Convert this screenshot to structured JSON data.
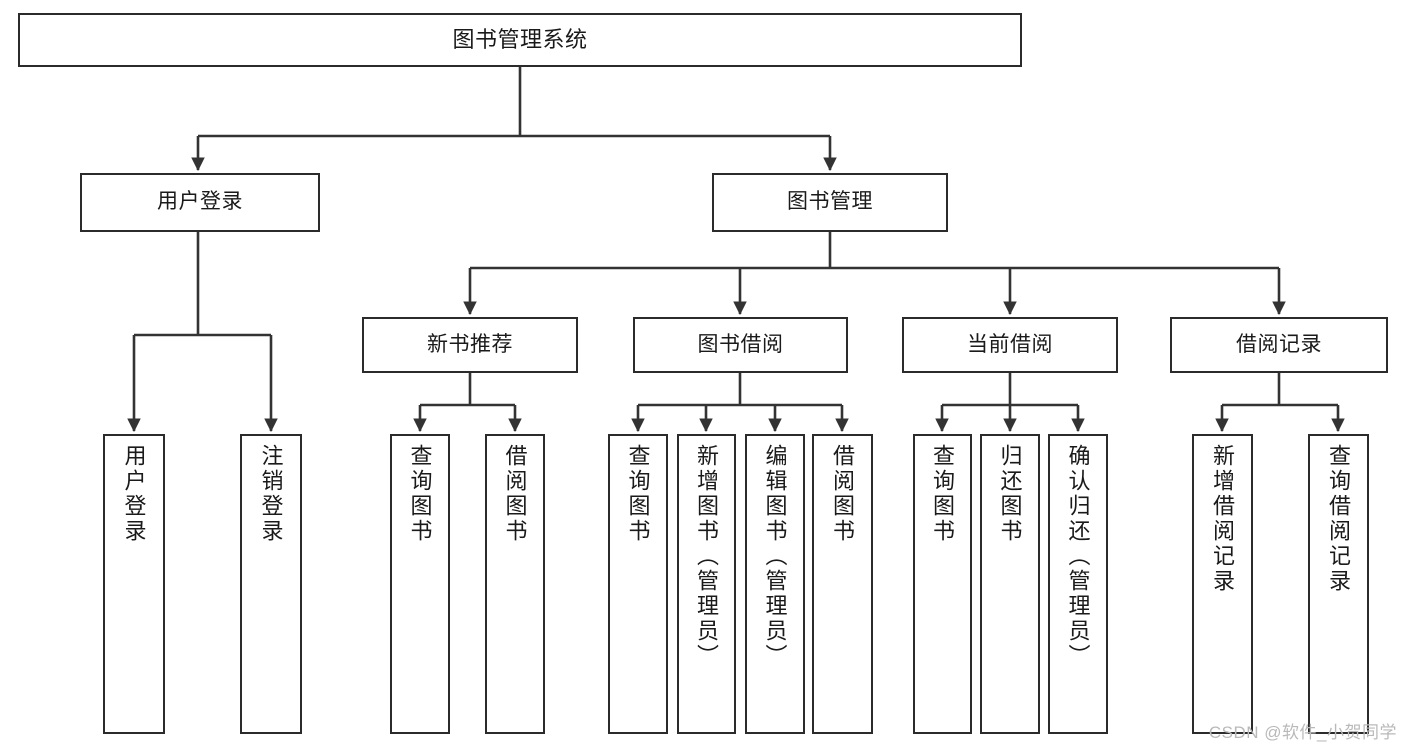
{
  "diagram": {
    "title": "图书管理系统",
    "watermark": "CSDN @软件_小贺同学",
    "colors": {
      "background": "#ffffff",
      "box_border": "#2b2b2b",
      "connector": "#333333",
      "text": "#1a1a1a",
      "watermark": "#b9b9b9"
    },
    "levels": {
      "root": {
        "label": "图书管理系统"
      },
      "level1": [
        {
          "id": "user-login",
          "label": "用户登录"
        },
        {
          "id": "book-manage",
          "label": "图书管理"
        }
      ],
      "level2": [
        {
          "id": "new-book-recommend",
          "label": "新书推荐",
          "parent": "book-manage"
        },
        {
          "id": "book-borrow",
          "label": "图书借阅",
          "parent": "book-manage"
        },
        {
          "id": "current-borrow",
          "label": "当前借阅",
          "parent": "book-manage"
        },
        {
          "id": "borrow-record",
          "label": "借阅记录",
          "parent": "book-manage"
        }
      ],
      "leaves": [
        {
          "id": "leaf-user-login",
          "label": "用户登录",
          "parent": "user-login"
        },
        {
          "id": "leaf-logout-login",
          "label": "注销登录",
          "parent": "user-login"
        },
        {
          "id": "leaf-query-book-1",
          "label": "查询图书",
          "parent": "new-book-recommend"
        },
        {
          "id": "leaf-borrow-book-1",
          "label": "借阅图书",
          "parent": "new-book-recommend"
        },
        {
          "id": "leaf-query-book-2",
          "label": "查询图书",
          "parent": "book-borrow"
        },
        {
          "id": "leaf-add-book",
          "label": "新增图书（管理员）",
          "parent": "book-borrow"
        },
        {
          "id": "leaf-edit-book",
          "label": "编辑图书（管理员）",
          "parent": "book-borrow"
        },
        {
          "id": "leaf-borrow-book-2",
          "label": "借阅图书",
          "parent": "book-borrow"
        },
        {
          "id": "leaf-query-book-3",
          "label": "查询图书",
          "parent": "current-borrow"
        },
        {
          "id": "leaf-return-book",
          "label": "归还图书",
          "parent": "current-borrow"
        },
        {
          "id": "leaf-confirm-return",
          "label": "确认归还（管理员）",
          "parent": "current-borrow"
        },
        {
          "id": "leaf-add-record",
          "label": "新增借阅记录",
          "parent": "borrow-record"
        },
        {
          "id": "leaf-query-record",
          "label": "查询借阅记录",
          "parent": "borrow-record"
        }
      ]
    }
  }
}
